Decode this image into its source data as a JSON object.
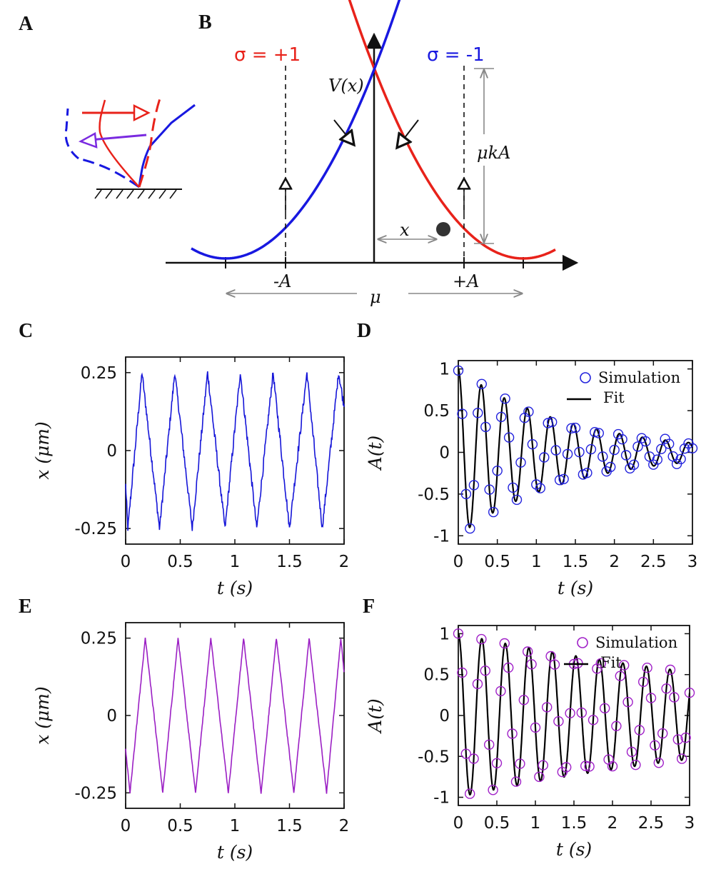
{
  "panel_labels": {
    "a": "A",
    "b": "B",
    "c": "C",
    "d": "D",
    "e": "E",
    "f": "F"
  },
  "colors": {
    "red": "#e8221a",
    "blue": "#1818e0",
    "trace_c": "#1515d8",
    "trace_e": "#9b1fc4",
    "sim_d": "#2222dd",
    "sim_f": "#a020c8",
    "fit": "#000000",
    "gray": "#888888",
    "dark": "#111111"
  },
  "panel_b": {
    "sigma_plus": "σ = +1",
    "sigma_minus": "σ = -1",
    "potential_label": "V(x)",
    "barrier_label": "μkA",
    "x_label": "x",
    "minus_a": "-A",
    "plus_a": "+A",
    "mu_label": "μ"
  },
  "chart_data": [
    {
      "id": "C",
      "type": "line",
      "xlabel": "t (s)",
      "ylabel": "x (μm)",
      "xlim": [
        0,
        2
      ],
      "ylim": [
        -0.3,
        0.3
      ],
      "xticks": [
        0,
        0.5,
        1,
        1.5,
        2
      ],
      "xtick_labels": [
        "0",
        "0.5",
        "1",
        "1.5",
        "2"
      ],
      "yticks": [
        -0.25,
        0,
        0.25
      ],
      "ytick_labels": [
        "-0.25",
        "0",
        "0.25"
      ],
      "series": [
        {
          "peaks_t": [
            0.15,
            0.45,
            0.75,
            1.05,
            1.35,
            1.66,
            1.95
          ],
          "troughs_t": [
            0.02,
            0.31,
            0.61,
            0.91,
            1.2,
            1.5,
            1.8
          ],
          "t_range": [
            0,
            2
          ],
          "amplitude": 0.25,
          "noise": 0.018
        }
      ]
    },
    {
      "id": "D",
      "type": "line",
      "xlabel": "t (s)",
      "ylabel": "A(t)",
      "xlim": [
        0,
        3
      ],
      "ylim": [
        -1.1,
        1.1
      ],
      "xticks": [
        0,
        0.5,
        1,
        1.5,
        2,
        2.5,
        3
      ],
      "xtick_labels": [
        "0",
        "0.5",
        "1",
        "1.5",
        "2",
        "2.5",
        "3"
      ],
      "yticks": [
        -1,
        -0.5,
        0,
        0.5,
        1
      ],
      "ytick_labels": [
        "-1",
        "-0.5",
        "0",
        "0.5",
        "1"
      ],
      "legend": {
        "position": "top-right",
        "sim_label": "Simulation",
        "fit_label": "Fit"
      },
      "fit": {
        "model": "exp(-t/tau)*cos(2*pi*t/T)",
        "tau": 1.38,
        "period": 0.295
      },
      "simulation": {
        "dt": 0.05,
        "t_range": [
          0,
          3
        ]
      }
    },
    {
      "id": "E",
      "type": "line",
      "xlabel": "t (s)",
      "ylabel": "x (μm)",
      "xlim": [
        0,
        2
      ],
      "ylim": [
        -0.3,
        0.3
      ],
      "xticks": [
        0,
        0.5,
        1,
        1.5,
        2
      ],
      "xtick_labels": [
        "0",
        "0.5",
        "1",
        "1.5",
        "2"
      ],
      "yticks": [
        -0.25,
        0,
        0.25
      ],
      "ytick_labels": [
        "-0.25",
        "0",
        "0.25"
      ],
      "series": [
        {
          "peaks_t": [
            0.18,
            0.48,
            0.78,
            1.08,
            1.38,
            1.68,
            1.97
          ],
          "troughs_t": [
            0.04,
            0.34,
            0.64,
            0.94,
            1.24,
            1.54,
            1.84
          ],
          "t_range": [
            0,
            2
          ],
          "amplitude": 0.25,
          "noise": 0.005
        }
      ]
    },
    {
      "id": "F",
      "type": "line",
      "xlabel": "t (s)",
      "ylabel": "A(t)",
      "xlim": [
        0,
        3
      ],
      "ylim": [
        -1.1,
        1.1
      ],
      "xticks": [
        0,
        0.5,
        1,
        1.5,
        2,
        2.5,
        3
      ],
      "xtick_labels": [
        "0",
        "0.5",
        "1",
        "1.5",
        "2",
        "2.5",
        "3"
      ],
      "yticks": [
        -1,
        -0.5,
        0,
        0.5,
        1
      ],
      "ytick_labels": [
        "-1",
        "-0.5",
        "0",
        "0.5",
        "1"
      ],
      "legend": {
        "position": "top-right",
        "sim_label": "Simulation",
        "fit_label": "Fit"
      },
      "fit": {
        "model": "exp(-t/tau)*cos(2*pi*t/T)",
        "tau": 4.8,
        "period": 0.305
      },
      "simulation": {
        "dt": 0.05,
        "t_range": [
          0,
          3
        ]
      }
    }
  ]
}
